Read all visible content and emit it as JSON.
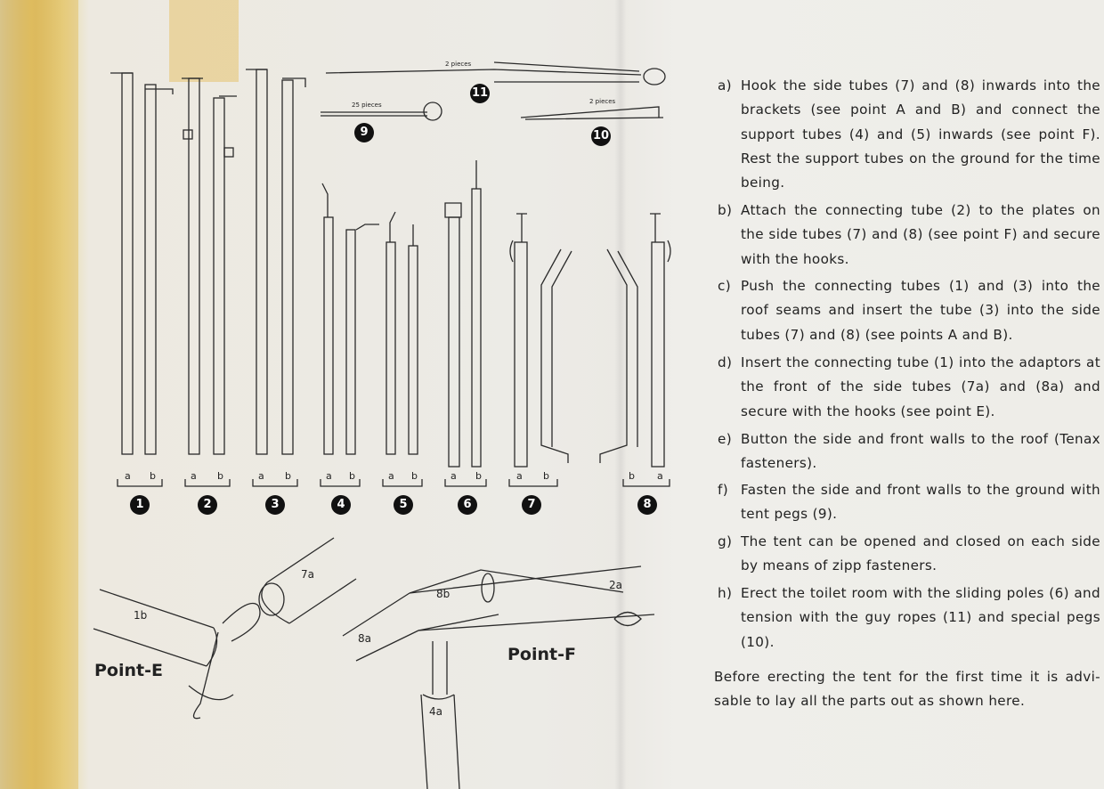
{
  "instructions": [
    {
      "label": "a)",
      "text": "Hook the side tubes (7) and (8) inwards into the brackets (see point A and B) and connect the support tubes (4) and (5) inwards (see point F). Rest the support tubes on the ground for the time being."
    },
    {
      "label": "b)",
      "text": "Attach the connecting tube (2) to the plates on the side tubes (7) and (8) (see point F) and secure with the hooks."
    },
    {
      "label": "c)",
      "text": "Push the connecting tubes (1) and (3) into the roof seams and insert the tube (3) into the side tubes (7) and (8) (see points A and B)."
    },
    {
      "label": "d)",
      "text": "Insert the connecting tube (1) into the adaptors at the front of the side tubes (7a) and (8a) and secure with the hooks (see point E)."
    },
    {
      "label": "e)",
      "text": "Button the side and front walls to the roof (Tenax fasteners)."
    },
    {
      "label": "f)",
      "text": "Fasten the side and front walls to the ground with tent pegs (9)."
    },
    {
      "label": "g)",
      "text": "The tent can be opened and closed on each side by means of zipp fasteners."
    },
    {
      "label": "h)",
      "text": "Erect the toilet room with the sliding poles (6) and tension with the guy ropes (11) and special pegs (10)."
    }
  ],
  "closing_note": "Before erecting the tent for the first time it is advi-sable to lay all the parts out as shown here.",
  "parts": [
    {
      "number": "1",
      "a": "a",
      "b": "b"
    },
    {
      "number": "2",
      "a": "a",
      "b": "b"
    },
    {
      "number": "3",
      "a": "a",
      "b": "b"
    },
    {
      "number": "4",
      "a": "a",
      "b": "b"
    },
    {
      "number": "5",
      "a": "a",
      "b": "b"
    },
    {
      "number": "6",
      "a": "a",
      "b": "b"
    },
    {
      "number": "7",
      "a": "a",
      "b": "b"
    },
    {
      "number": "8",
      "a": "b",
      "b": "a"
    }
  ],
  "small_parts": [
    {
      "number": "11",
      "qty": "2 pieces"
    },
    {
      "number": "9",
      "qty": "25 pieces"
    },
    {
      "number": "10",
      "qty": "2 pieces"
    }
  ],
  "detail_e": {
    "title": "Point-E",
    "labels": [
      "7a",
      "1b"
    ]
  },
  "detail_f": {
    "title": "Point-F",
    "labels": [
      "8b",
      "2a",
      "8a",
      "4a"
    ]
  }
}
